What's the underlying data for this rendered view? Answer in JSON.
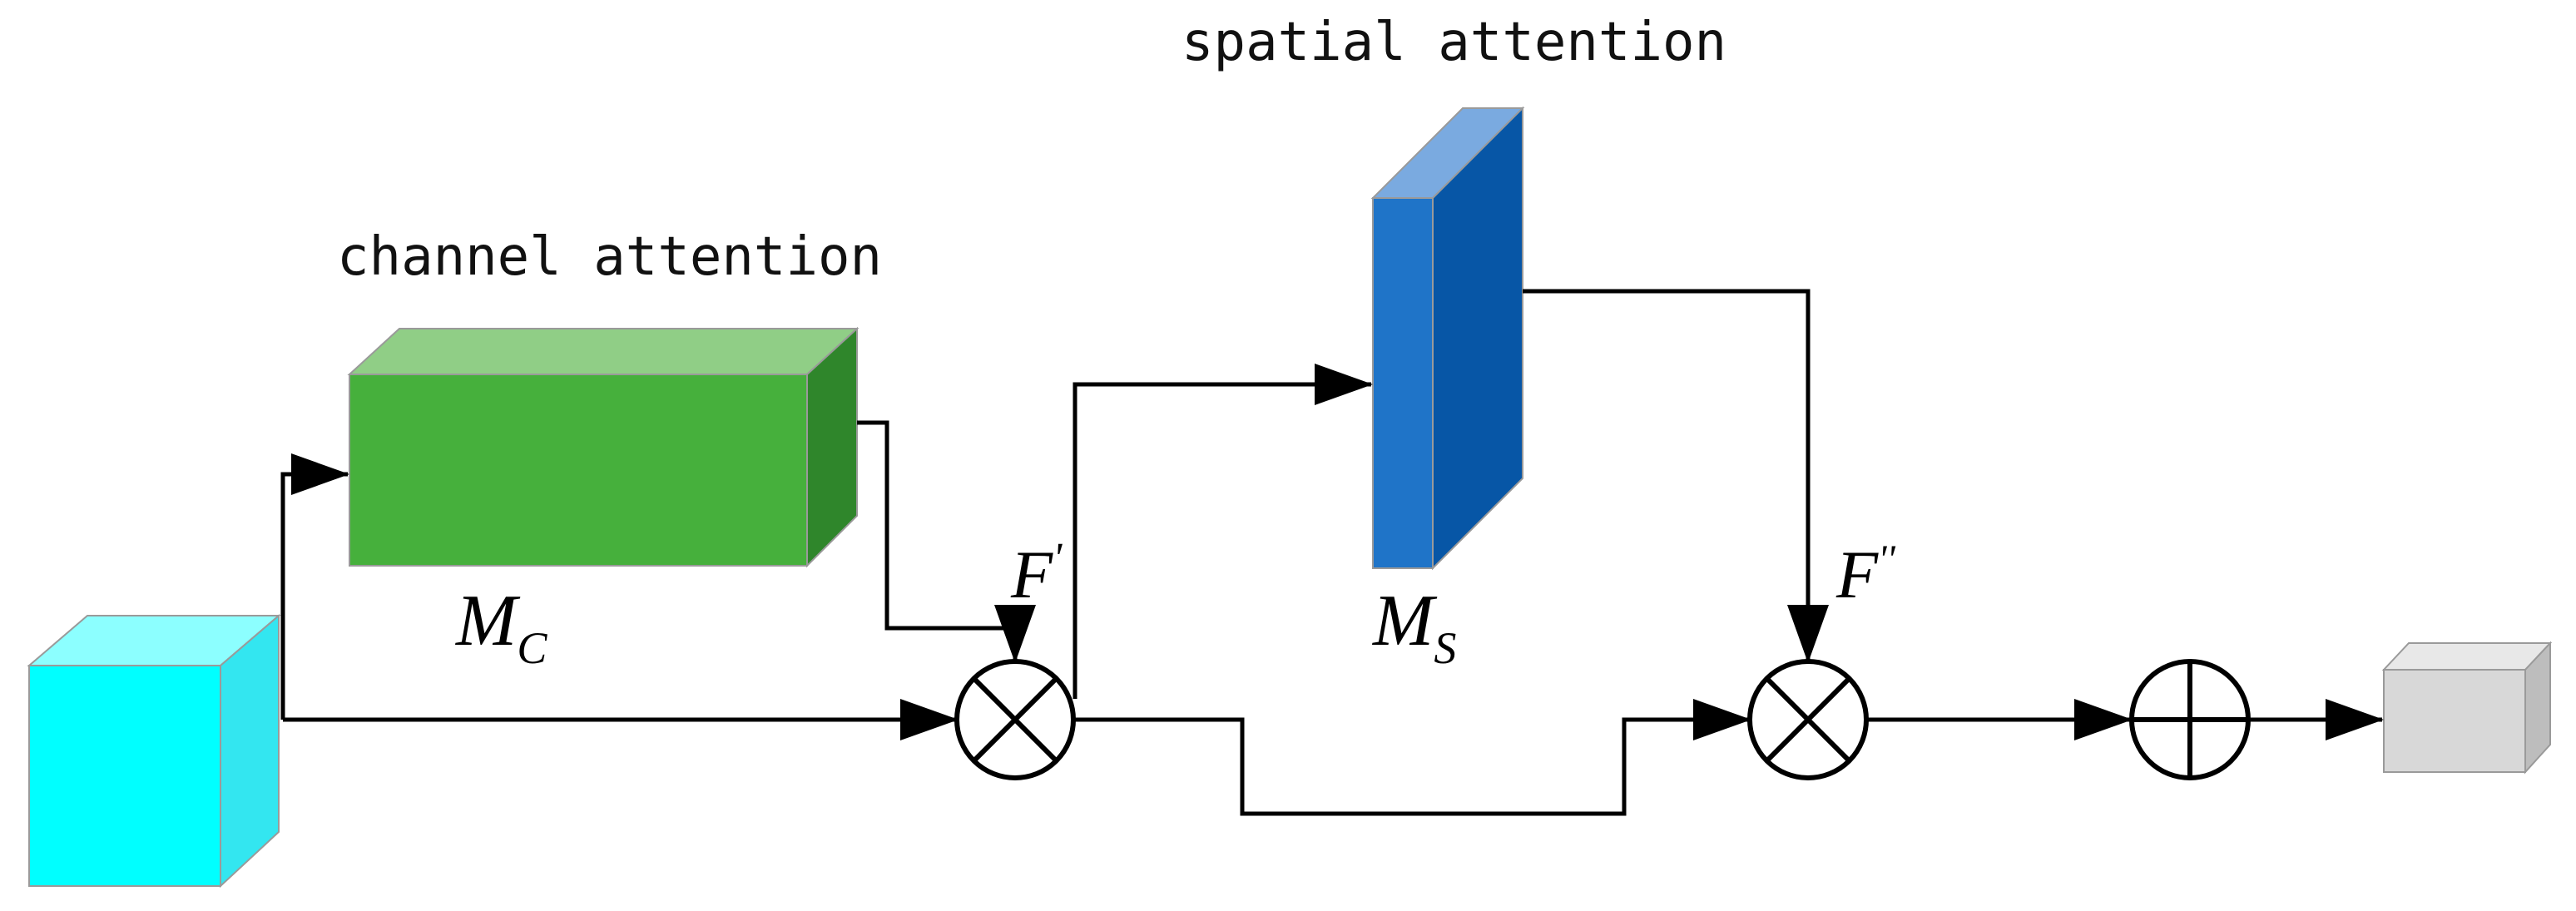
{
  "labels": {
    "channel_attention": "channel attention",
    "spatial_attention": "spatial attention",
    "mc": {
      "main": "M",
      "sub": "C"
    },
    "ms": {
      "main": "M",
      "sub": "S"
    },
    "f_prime": {
      "main": "F",
      "mark": "'"
    },
    "f_double_prime": {
      "main": "F",
      "mark": "''"
    }
  },
  "colors": {
    "input_front": "#00FFFF",
    "input_top": "#8CFFFF",
    "input_side": "#33E6F0",
    "channel_front": "#46B03C",
    "channel_top": "#90CE86",
    "channel_side": "#2F862B",
    "spatial_front": "#1F74C8",
    "spatial_top": "#7AAAE0",
    "spatial_side": "#0756A6",
    "output_front": "#D8D8D8",
    "output_top": "#E8E8E8",
    "output_side": "#BDBDBD"
  },
  "nodes": {
    "multiply_1": "element-wise multiplication",
    "multiply_2": "element-wise multiplication",
    "add": "element-wise addition"
  }
}
